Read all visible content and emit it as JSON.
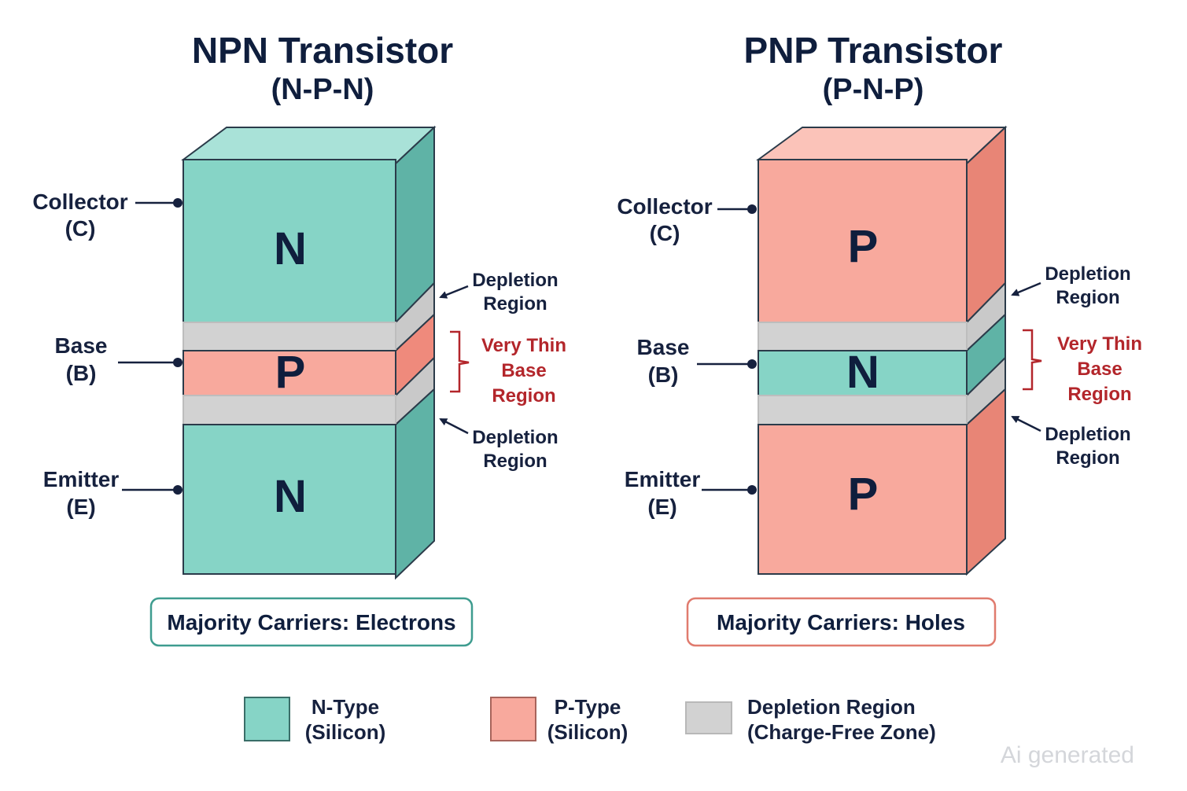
{
  "npn": {
    "title": "NPN Transistor",
    "subtitle": "(N-P-N)",
    "collector": {
      "name": "Collector",
      "abbr": "(C)"
    },
    "base": {
      "name": "Base",
      "abbr": "(B)"
    },
    "emitter": {
      "name": "Emitter",
      "abbr": "(E)"
    },
    "layers": {
      "top": "N",
      "middle": "P",
      "bottom": "N"
    },
    "depletion_upper": [
      "Depletion",
      "Region"
    ],
    "depletion_lower": [
      "Depletion",
      "Region"
    ],
    "thin_base": [
      "Very Thin",
      "Base",
      "Region"
    ],
    "carriers": "Majority Carriers: Electrons"
  },
  "pnp": {
    "title": "PNP Transistor",
    "subtitle": "(P-N-P)",
    "collector": {
      "name": "Collector",
      "abbr": "(C)"
    },
    "base": {
      "name": "Base",
      "abbr": "(B)"
    },
    "emitter": {
      "name": "Emitter",
      "abbr": "(E)"
    },
    "layers": {
      "top": "P",
      "middle": "N",
      "bottom": "P"
    },
    "depletion_upper": [
      "Depletion",
      "Region"
    ],
    "depletion_lower": [
      "Depletion",
      "Region"
    ],
    "thin_base": [
      "Very Thin",
      "Base",
      "Region"
    ],
    "carriers": "Majority Carriers: Holes"
  },
  "legend": {
    "n_type": [
      "N-Type",
      "(Silicon)"
    ],
    "p_type": [
      "P-Type",
      "(Silicon)"
    ],
    "depletion": [
      "Depletion Region",
      "(Charge-Free Zone)"
    ]
  },
  "watermark": "Ai generated",
  "colors": {
    "n_type": "#86d4c6",
    "p_type": "#f8a99d",
    "depletion": "#d2d2d2",
    "thin_base_text": "#b3262b",
    "npn_box_border": "#3e9c8f",
    "pnp_box_border": "#e07b6e"
  }
}
